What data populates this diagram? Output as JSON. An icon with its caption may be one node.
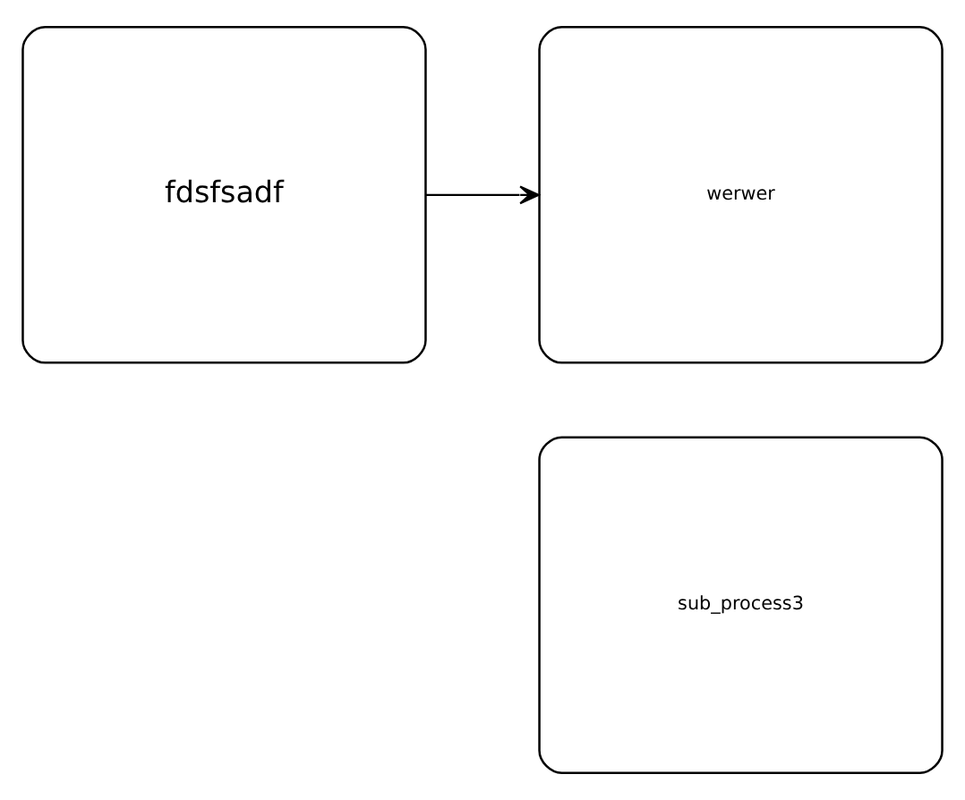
{
  "diagram": {
    "nodes": [
      {
        "text": [
          "fdsfsadf"
        ]
      },
      {
        "text": [
          "werwer"
        ]
      },
      {
        "text": [
          "sub_process3"
        ]
      }
    ],
    "edges": [
      {
        "from": 0,
        "to": 1,
        "arrow": "to"
      }
    ]
  }
}
